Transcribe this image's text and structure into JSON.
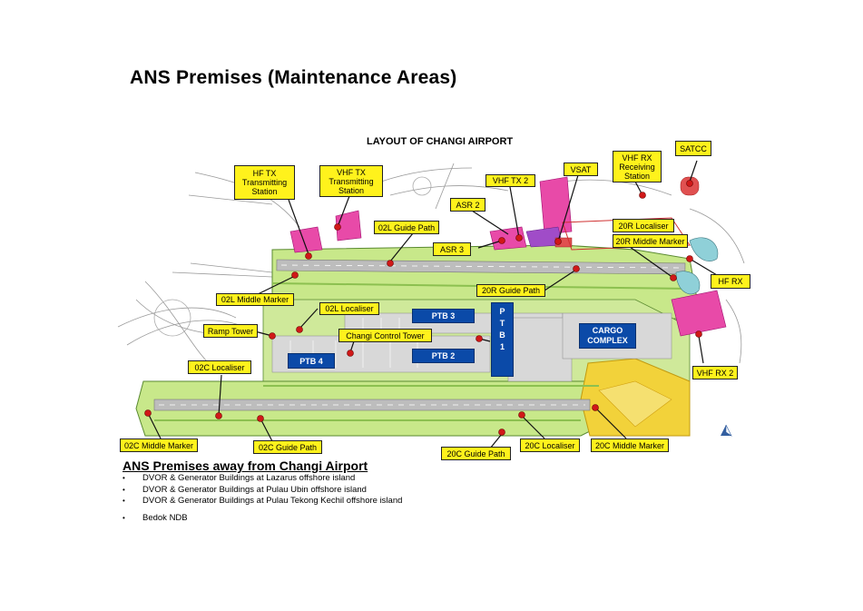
{
  "title": "ANS Premises (Maintenance Areas)",
  "map_title": "LAYOUT OF CHANGI AIRPORT",
  "labels": {
    "hf_tx": "HF TX Transmitting Station",
    "vhf_tx": "VHF TX Transmitting Station",
    "vsat": "VSAT",
    "vhf_rx": "VHF RX Receiving Station",
    "satcc": "SATCC",
    "vhf_tx2": "VHF TX 2",
    "asr2": "ASR 2",
    "l02_guide": "02L Guide Path",
    "asr3": "ASR 3",
    "r20_loc": "20R Localiser",
    "r20_mm": "20R Middle Marker",
    "hf_rx": "HF RX",
    "l02_mm": "02L Middle Marker",
    "r20_guide": "20R Guide Path",
    "l02_loc": "02L Localiser",
    "ramp_tower": "Ramp Tower",
    "control_tower": "Changi Control Tower",
    "c02_loc": "02C Localiser",
    "vhf_rx2": "VHF RX 2",
    "c02_mm": "02C Middle Marker",
    "c02_guide": "02C Guide Path",
    "c20_guide": "20C Guide Path",
    "c20_loc": "20C Localiser",
    "c20_mm": "20C Middle Marker"
  },
  "terminals": {
    "ptb3": "PTB 3",
    "ptb2": "PTB 2",
    "ptb4": "PTB 4",
    "ptb1": "P T B 1",
    "cargo": "CARGO COMPLEX"
  },
  "away": {
    "title": "ANS Premises away from Changi Airport",
    "items": [
      "DVOR & Generator Buildings at Lazarus offshore island",
      "DVOR & Generator Buildings at Pulau Ubin offshore island",
      "DVOR & Generator Buildings at Pulau Tekong Kechil offshore island",
      "Bedok NDB"
    ]
  },
  "colors": {
    "label_bg": "#fff21c",
    "terminal_bg": "#0b4aa8",
    "airfield": "#c8e88a",
    "marker": "#d01818"
  }
}
